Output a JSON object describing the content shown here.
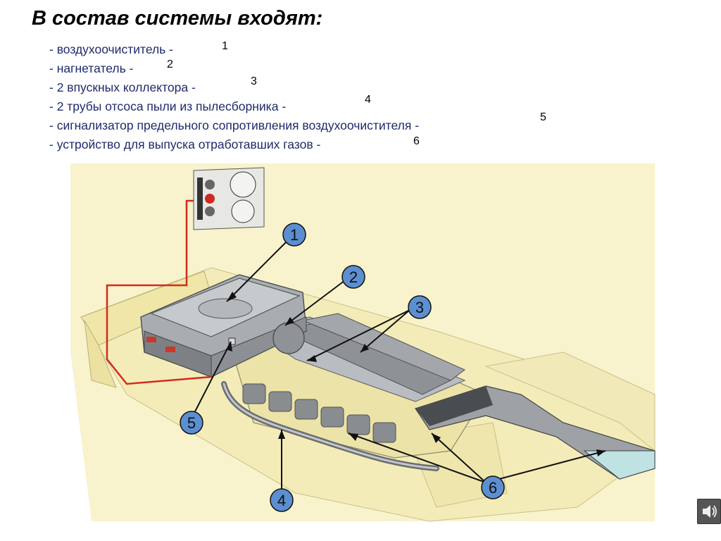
{
  "title": "В состав системы входят:",
  "items": [
    {
      "text": "- воздухоочиститель -",
      "num": "1"
    },
    {
      "text": "- нагнетатель -",
      "num": "2"
    },
    {
      "text": "- 2 впускных коллектора -",
      "num": "3"
    },
    {
      "text": "- 2 трубы отсоса пыли из пылесборника -",
      "num": "4"
    },
    {
      "text": "- сигнализатор предельного сопротивления воздухоочистителя -",
      "num": "5"
    },
    {
      "text": "- устройство для выпуска отработавших газов -",
      "num": "6"
    }
  ],
  "callouts": [
    "1",
    "2",
    "3",
    "4",
    "5",
    "6"
  ],
  "colors": {
    "callout_fill": "#5b8fd1",
    "background_panel": "#f7f2c9",
    "warning_line": "#d32a1e",
    "list_text": "#1f2a6b"
  }
}
